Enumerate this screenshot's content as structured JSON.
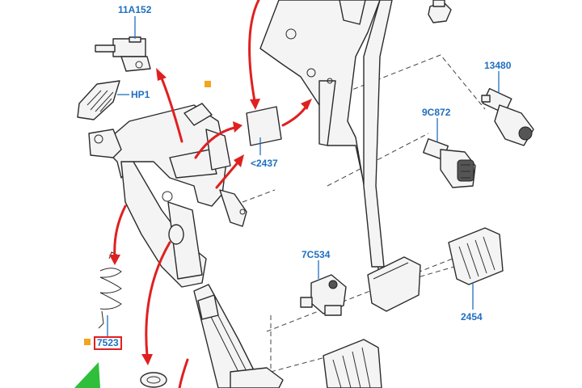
{
  "callouts": {
    "c_11a152": "11A152",
    "c_hp1": "HP1",
    "c_13480": "13480",
    "c_9c872": "9C872",
    "c_2437": "<2437",
    "c_7c534": "7C534",
    "c_2454": "2454",
    "c_7523": "7523"
  },
  "colors": {
    "label_blue": "#1f6fc0",
    "arrow_red": "#e02020",
    "marker_orange": "#f3a51c",
    "marker_green": "#2fbf3a"
  },
  "icons": [
    "orange-square-marker",
    "green-triangle-marker",
    "red-arrow"
  ]
}
